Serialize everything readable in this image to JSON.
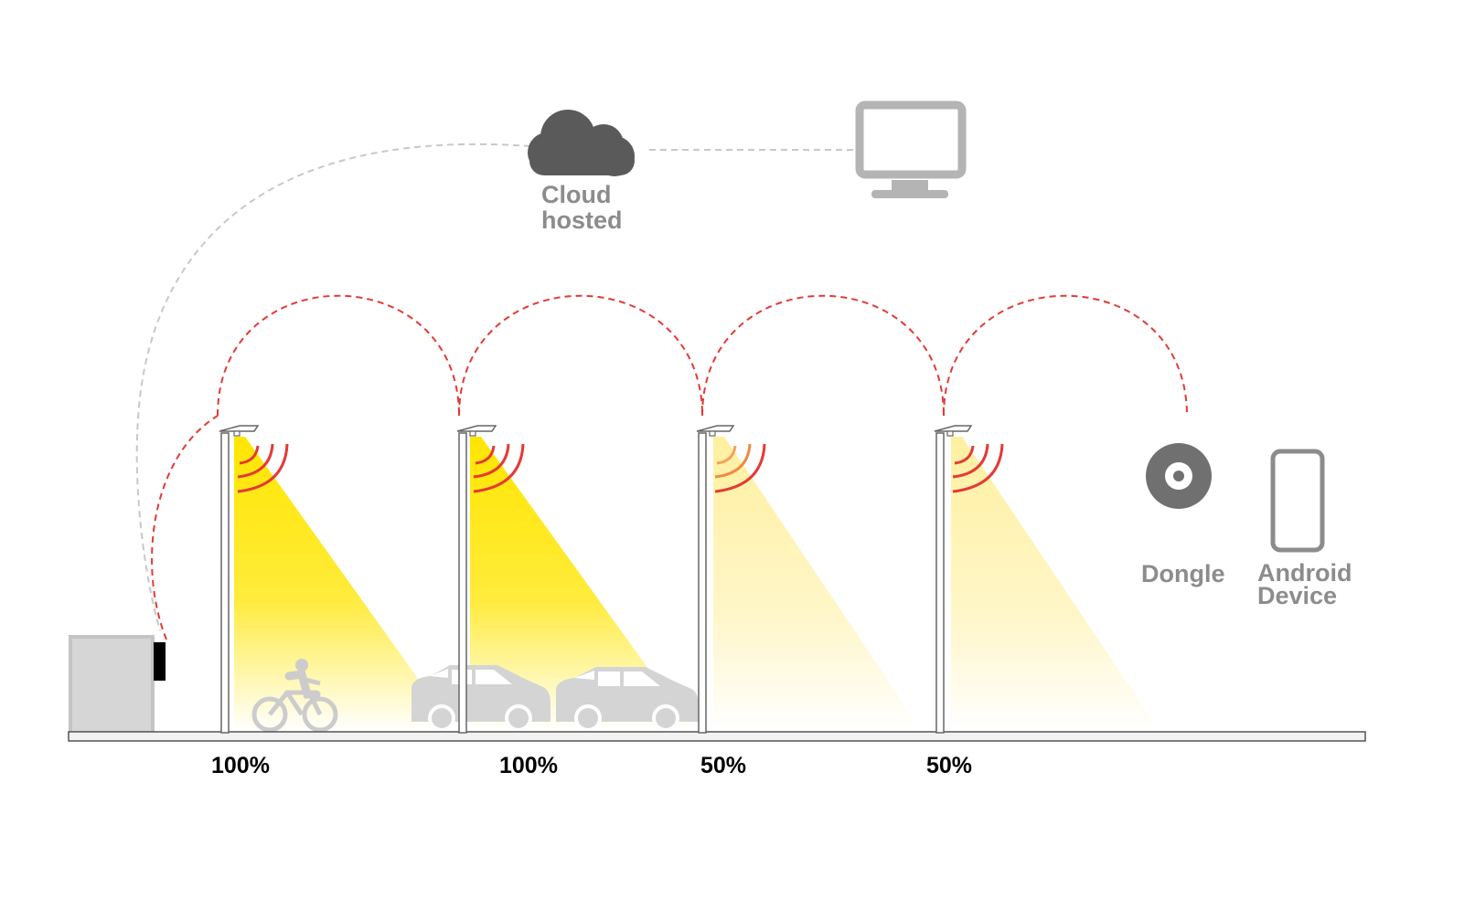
{
  "cloud": {
    "line1": "Cloud",
    "line2": "hosted"
  },
  "devices": {
    "dongle_label": "Dongle",
    "android_line1": "Android",
    "android_line2": "Device"
  },
  "poles": [
    {
      "level": "100%",
      "intensity": 1.0
    },
    {
      "level": "100%",
      "intensity": 1.0
    },
    {
      "level": "50%",
      "intensity": 0.5
    },
    {
      "level": "50%",
      "intensity": 0.5
    }
  ],
  "colors": {
    "mesh_link": "#e53935",
    "cloud_link": "#c8c8c8",
    "icon_dark": "#5a5a5a",
    "icon_grey": "#b4b4b4",
    "light_full": "#ffeb1a",
    "light_dim": "#fff4b0",
    "ground": "#f2f2f2"
  }
}
